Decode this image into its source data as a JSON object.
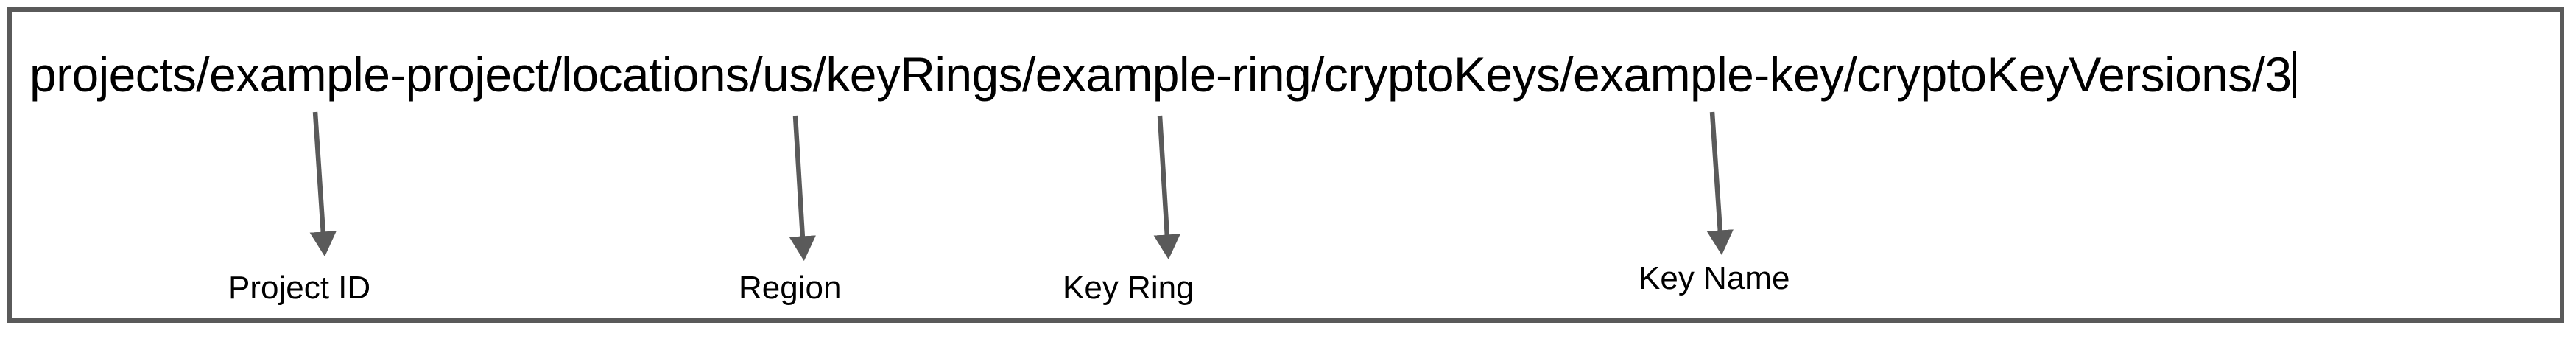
{
  "diagram": {
    "kind": "annotated-resource-path",
    "frame": {
      "border_color": "#5a5a5a",
      "background_color": "#ffffff"
    },
    "path_field": {
      "value": "projects/example-project/locations/us/keyRings/example-ring/cryptoKeys/example-key/cryptoKeyVersions/3",
      "text_color": "#000000",
      "caret_visible": true
    },
    "annotations": [
      {
        "id": "project-id",
        "label": "Project ID",
        "arrow_color": "#5a5a5a",
        "points_to": "example-project"
      },
      {
        "id": "region",
        "label": "Region",
        "arrow_color": "#5a5a5a",
        "points_to": "us"
      },
      {
        "id": "key-ring",
        "label": "Key Ring",
        "arrow_color": "#5a5a5a",
        "points_to": "example-ring"
      },
      {
        "id": "key-name",
        "label": "Key Name",
        "arrow_color": "#5a5a5a",
        "points_to": "example-key"
      }
    ]
  }
}
